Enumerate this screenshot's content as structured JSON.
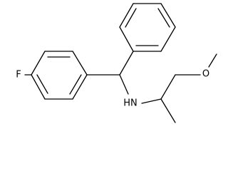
{
  "molecule": {
    "atoms": {
      "fluorine": "F",
      "amine": "HN",
      "ether_oxygen": "O"
    }
  }
}
